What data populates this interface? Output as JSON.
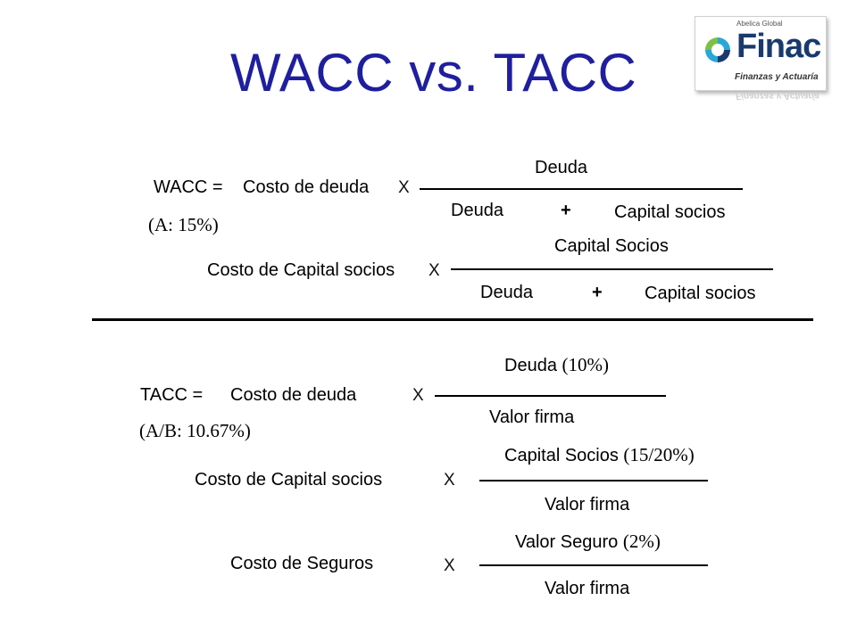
{
  "title": "WACC vs. TACC",
  "logo": {
    "top": "Abelica Global",
    "word": "Finac",
    "sub": "Finanzas y Actuaría",
    "colors": {
      "blue": "#183a6e",
      "cyan": "#2aa7d8",
      "green": "#7cc142"
    }
  },
  "wacc": {
    "label": "WACC =",
    "note": "(A: 15%)",
    "t1": {
      "cost": "Costo de deuda",
      "op": "X",
      "num": "Deuda",
      "den_a": "Deuda",
      "plus": "+",
      "den_b": "Capital socios"
    },
    "t2": {
      "cost": "Costo de Capital socios",
      "op": "X",
      "num": "Capital Socios",
      "den_a": "Deuda",
      "plus": "+",
      "den_b": "Capital socios"
    }
  },
  "tacc": {
    "label": "TACC =",
    "note": "(A/B: 10.67%)",
    "t1": {
      "cost": "Costo de deuda",
      "op": "X",
      "num_a": "Deuda",
      "num_b": "(10%)",
      "den": "Valor firma"
    },
    "t2": {
      "cost": "Costo de Capital socios",
      "op": "X",
      "num_a": "Capital Socios",
      "num_b": "(15/20%)",
      "den": "Valor firma"
    },
    "t3": {
      "cost": "Costo de Seguros",
      "op": "X",
      "num_a": "Valor Seguro",
      "num_b": "(2%)",
      "den": "Valor firma"
    }
  },
  "colors": {
    "title": "#1f1f9e"
  }
}
